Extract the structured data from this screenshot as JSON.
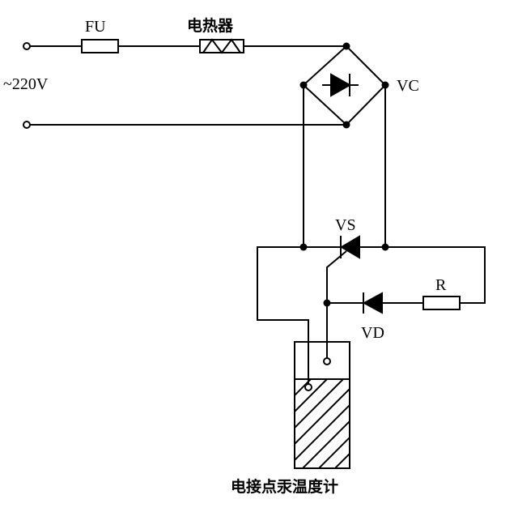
{
  "labels": {
    "fuse": "FU",
    "heater": "电热器",
    "supply": "~220V",
    "rectifier_bridge": "VC",
    "thyristor": "VS",
    "resistor": "R",
    "diode": "VD",
    "thermometer": "电接点汞温度计"
  }
}
